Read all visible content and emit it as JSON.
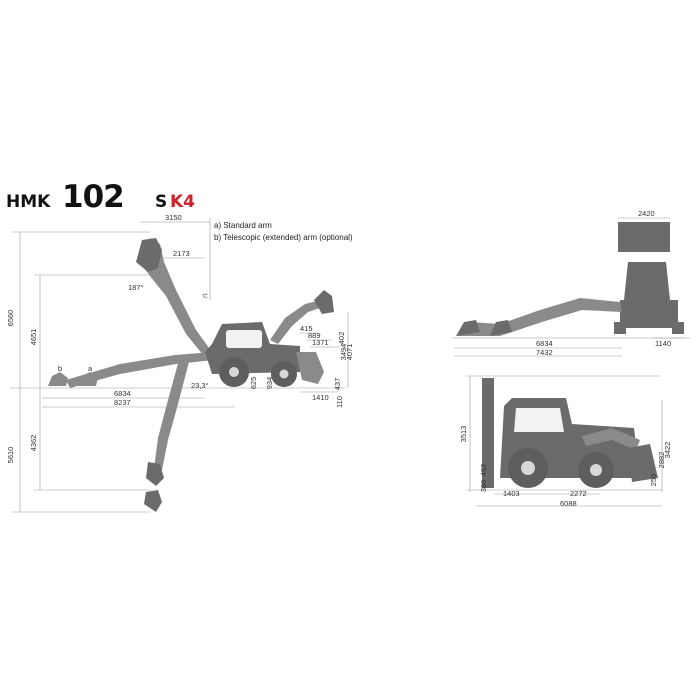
{
  "brand": {
    "model_prefix": "HMK",
    "model_number": "102",
    "model_suffix": "S",
    "model_variant": "K4",
    "accent_color": "#d0202a"
  },
  "legend": {
    "standard_arm": "a) Standard arm",
    "telescopic_arm": "b) Telescopic (extended) arm (optional)",
    "marker_a": "a",
    "marker_b": "b"
  },
  "side_view": {
    "dim_3150": "3150",
    "dim_2173": "2173",
    "dim_6560": "6560",
    "dim_4651": "4651",
    "dim_4362": "4362",
    "dim_5610": "5610",
    "dim_6834": "6834",
    "dim_8237": "8237",
    "angle_187": "187°",
    "angle_23_3": "23,3°",
    "dim_625": "625",
    "dim_934": "934",
    "dim_415": "415",
    "dim_889": "889",
    "dim_1371": "1371",
    "dim_402": "402",
    "dim_3494": "3494",
    "dim_4071": "4071",
    "dim_1410": "1410",
    "dim_437": "437",
    "dim_110": "110"
  },
  "rear_view": {
    "dim_2420": "2420",
    "dim_6834": "6834",
    "dim_7432": "7432",
    "dim_1140": "1140"
  },
  "transport_view": {
    "dim_3513": "3513",
    "dim_380": "380",
    "dim_492": "492",
    "dim_1403": "1403",
    "dim_2272": "2272",
    "dim_6088": "6088",
    "dim_2882": "2882",
    "dim_3422": "3422",
    "dim_250": "250"
  }
}
